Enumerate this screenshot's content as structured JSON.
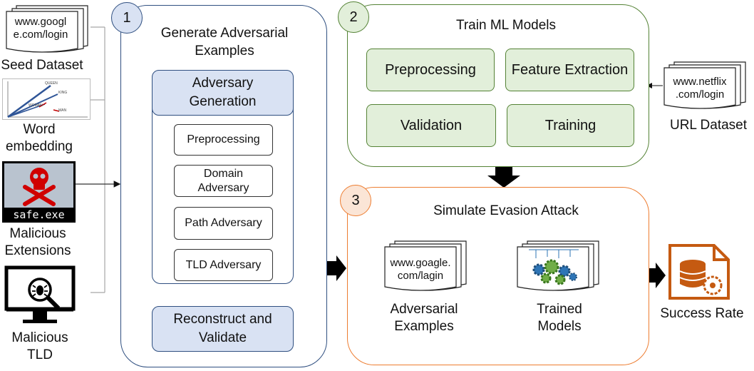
{
  "inputs": {
    "seed_doc_text": "www.googl\ne.com/login",
    "seed_label": "Seed Dataset",
    "embedding_label": "Word\nembedding",
    "embedding_words": [
      "QUEEN",
      "KING",
      "WOMAN",
      "MAN"
    ],
    "malicious_ext_image_text": "safe.exe",
    "malicious_ext_label": "Malicious\nExtensions",
    "malicious_tld_label": "Malicious\nTLD"
  },
  "step1": {
    "number": "1",
    "title": "Generate Adversarial\nExamples",
    "adversary_generation": "Adversary\nGeneration",
    "steps": [
      "Preprocessing",
      "Domain\nAdversary",
      "Path Adversary",
      "TLD Adversary"
    ],
    "reconstruct": "Reconstruct and\nValidate"
  },
  "step2": {
    "number": "2",
    "title": "Train ML Models",
    "preprocessing": "Preprocessing",
    "feature_extraction": "Feature Extraction",
    "validation": "Validation",
    "training": "Training"
  },
  "url_dataset": {
    "doc_text": "www.netflix\n.com/login",
    "label": "URL Dataset"
  },
  "step3": {
    "number": "3",
    "title": "Simulate Evasion Attack",
    "adv_doc_text": "www.goagle.\ncom/lagin",
    "adv_label": "Adversarial\nExamples",
    "trained_label": "Trained\nModels"
  },
  "output": {
    "label": "Success Rate"
  },
  "colors": {
    "step1_accent": "#d9e2f3",
    "step1_border": "#2f4f80",
    "step2_accent": "#e2efda",
    "step2_border": "#548235",
    "step3_accent": "#fbe5d6",
    "step3_border": "#ed7d31",
    "success_icon": "#c55a11"
  }
}
